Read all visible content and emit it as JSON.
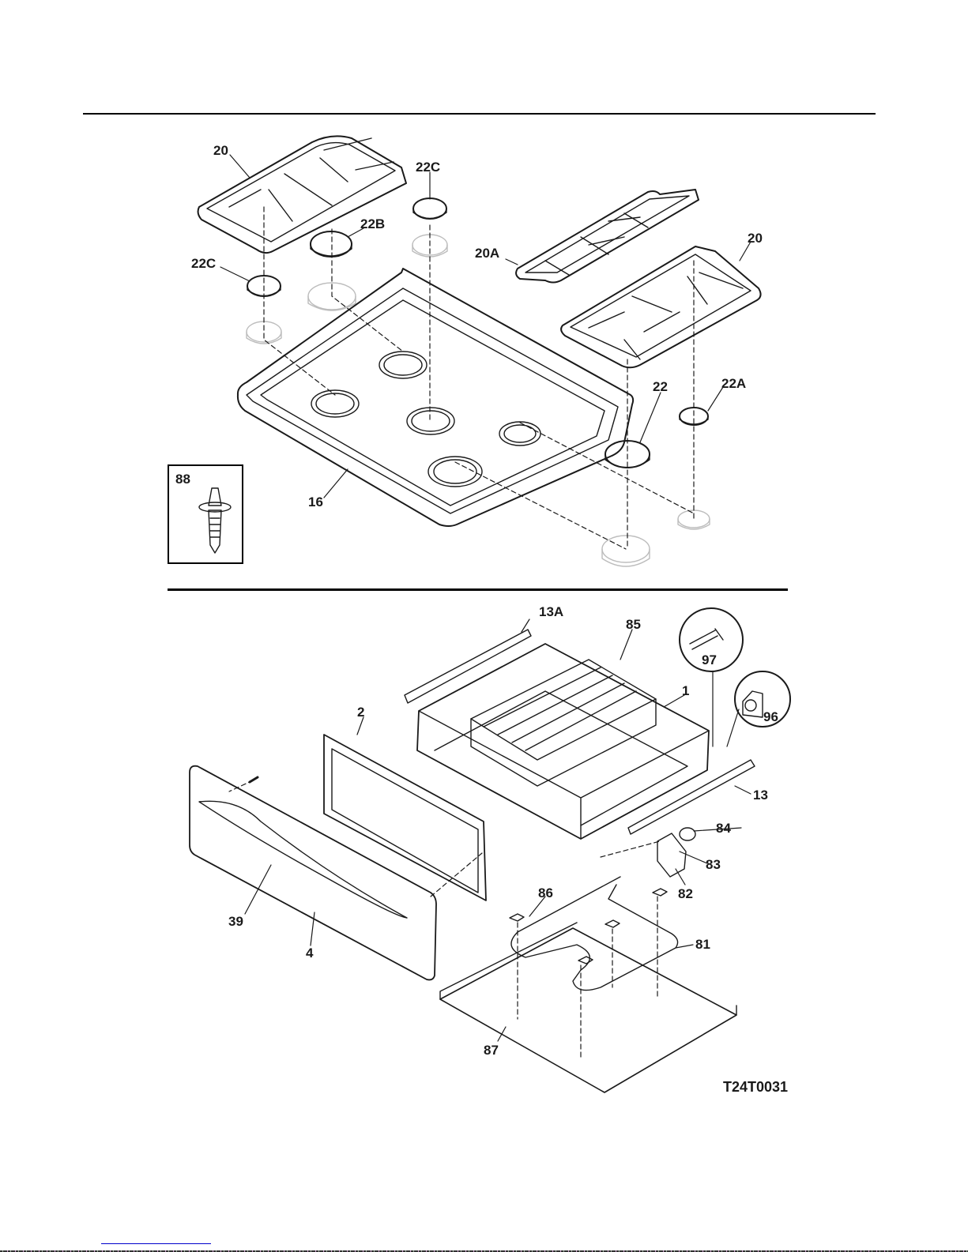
{
  "page": {
    "drawing_code": "T24T0031",
    "sections": [
      "cooktop",
      "warmer-drawer"
    ]
  },
  "labels": {
    "cooktop": {
      "grate_left": "20",
      "cap_22c_right": "22C",
      "cap_22b": "22B",
      "cap_22c_left": "22C",
      "grate_center": "20A",
      "grate_right": "20",
      "cap_22": "22",
      "cap_22a": "22A",
      "cooktop_top": "16",
      "inset_screw": "88"
    },
    "drawer": {
      "rail_13a": "13A",
      "rack_85": "85",
      "screw_97": "97",
      "drawer_body_1": "1",
      "clip_96": "96",
      "panel_2": "2",
      "rail_13": "13",
      "switch_84": "84",
      "bracket_83": "83",
      "bracket_82": "82",
      "clip_86": "86",
      "element_81": "81",
      "handle_39": "39",
      "front_4": "4",
      "bottom_87": "87"
    }
  },
  "colors": {
    "ink": "#1a1a1a",
    "ghost_parts": "#bdbdbd",
    "link_underline": "#0000cc"
  }
}
